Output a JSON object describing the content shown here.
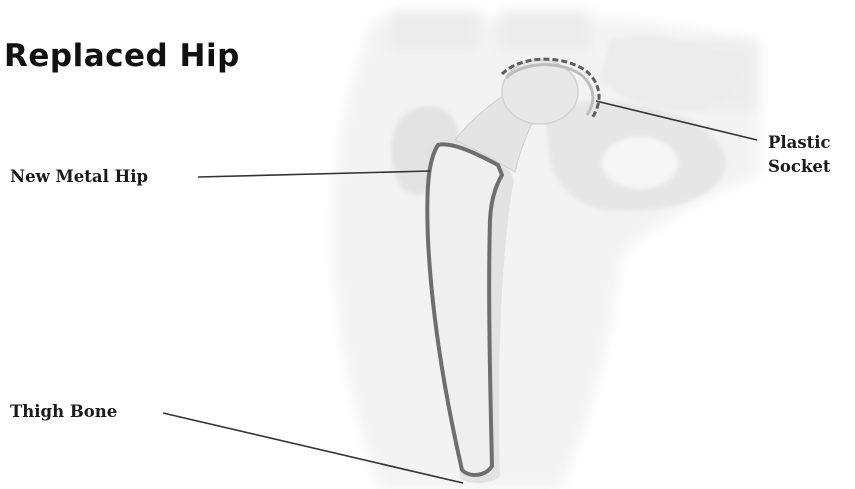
{
  "title": "Replaced Hip",
  "labels": {
    "new_metal_hip": "New Metal Hip",
    "thigh_bone": "Thigh Bone",
    "plastic_socket_line1": "Plastic",
    "plastic_socket_line2": "Socket"
  },
  "colors": {
    "background": "#ffffff",
    "body_silhouette": "#f1f1f1",
    "bone": "#e4e4e4",
    "implant_outline": "#6e6e6e",
    "text": "#111111"
  }
}
